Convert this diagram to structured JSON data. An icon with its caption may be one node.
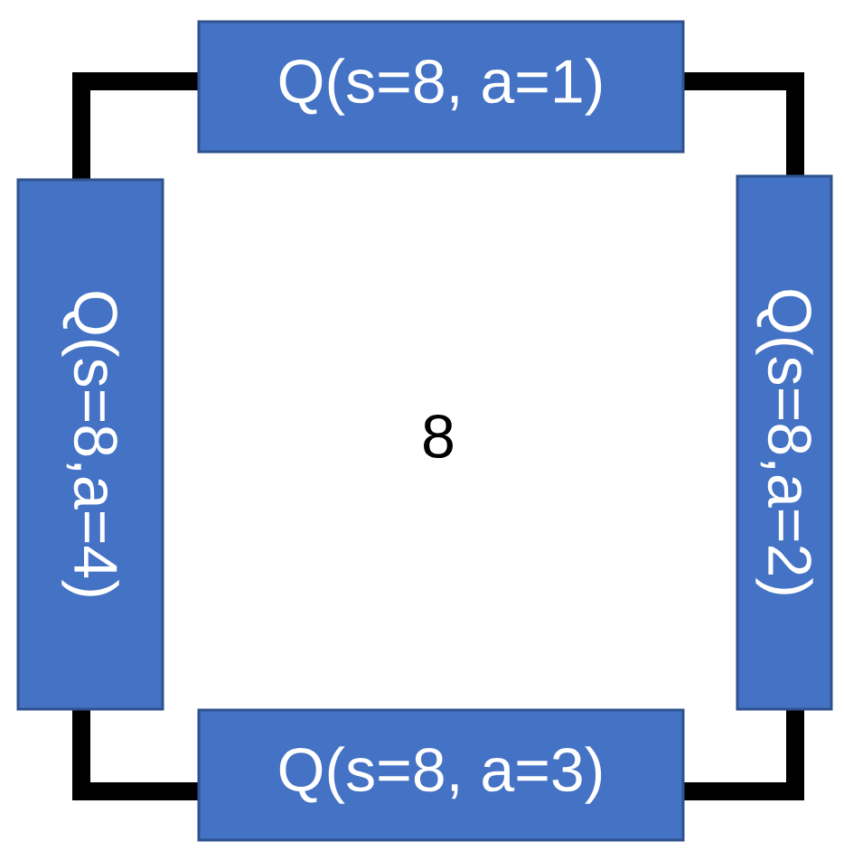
{
  "diagram": {
    "nodes": [
      {
        "text": [
          "8"
        ]
      },
      {
        "text": [
          "Q(s=8, a=1)"
        ]
      },
      {
        "text": [
          "Q(s=8,a=4)"
        ]
      },
      {
        "text": [
          "Q(s=8,a=2)"
        ]
      },
      {
        "text": [
          "Q(s=8, a=3)"
        ]
      }
    ]
  }
}
